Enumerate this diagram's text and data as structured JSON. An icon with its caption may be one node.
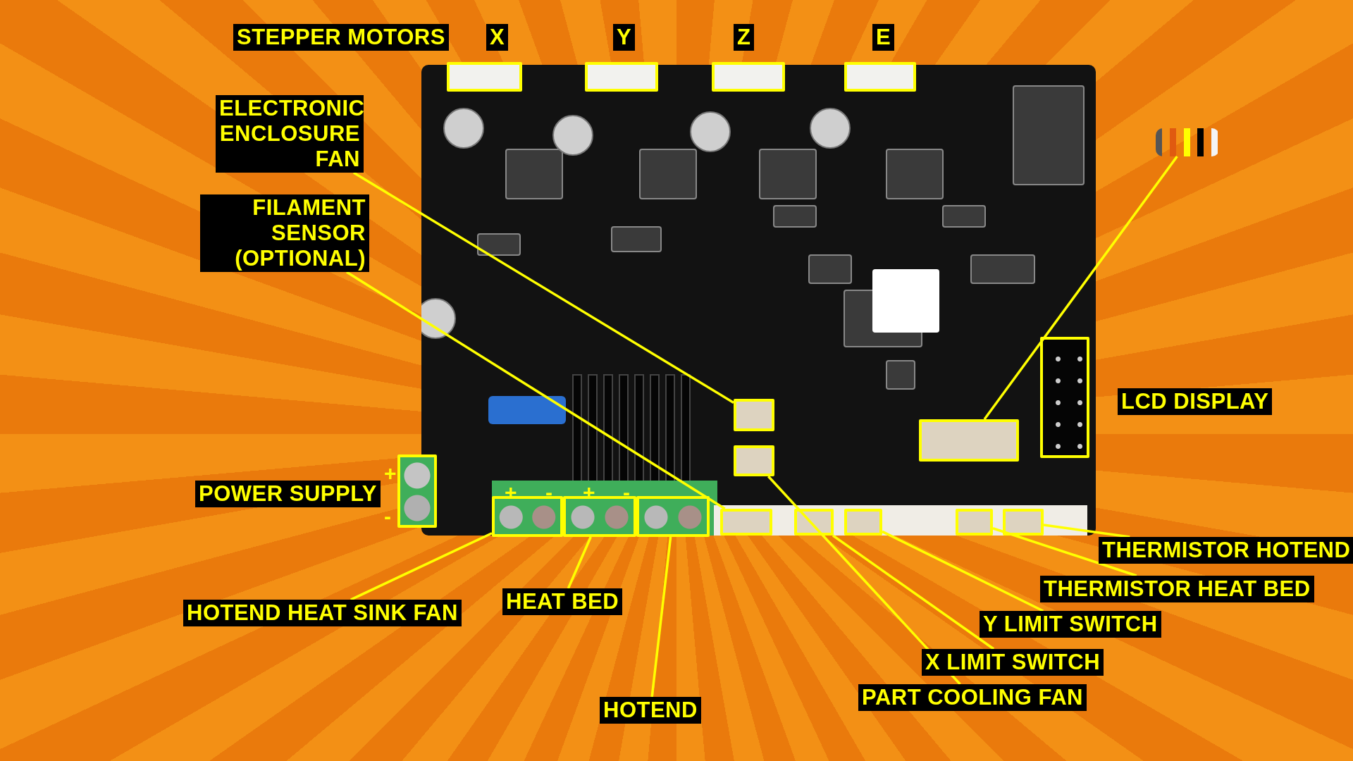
{
  "diagram": {
    "nodes": [
      {
        "text": [
          "STEPPER MOTORS"
        ]
      },
      {
        "text": [
          "X"
        ]
      },
      {
        "text": [
          "Y"
        ]
      },
      {
        "text": [
          "Z"
        ]
      },
      {
        "text": [
          "E"
        ]
      },
      {
        "text": [],
        "shape": "picture"
      },
      {
        "text": [],
        "shape": "box",
        "in": 5
      },
      {
        "text": [],
        "shape": "box",
        "in": 5
      },
      {
        "text": [],
        "shape": "box",
        "in": 5
      },
      {
        "text": [],
        "shape": "box",
        "in": 5
      },
      {
        "text": [
          "ELECTRONIC ENCLOSURE FAN"
        ]
      },
      {
        "text": [],
        "shape": "picture"
      },
      {
        "text": [
          "FILAMENT SENSOR (OPTIONAL)"
        ]
      },
      {
        "text": [
          "LCD DISPLAY"
        ]
      },
      {
        "text": [],
        "shape": "box",
        "in": 5
      },
      {
        "text": [],
        "shape": "box",
        "in": 5
      },
      {
        "text": [],
        "shape": "box",
        "in": 5
      },
      {
        "text": [],
        "shape": "box",
        "in": 5
      },
      {
        "text": [],
        "shape": "box"
      },
      {
        "text": [
          "POWER SUPPLY"
        ]
      },
      {
        "text": [],
        "shape": "box",
        "in": 5
      },
      {
        "text": [],
        "shape": "box",
        "in": 5
      },
      {
        "text": [],
        "shape": "box",
        "in": 5
      },
      {
        "text": [],
        "shape": "box",
        "in": 5
      },
      {
        "text": [],
        "shape": "box",
        "in": 5
      },
      {
        "text": [],
        "shape": "box",
        "in": 5
      },
      {
        "text": [],
        "shape": "box",
        "in": 5
      },
      {
        "text": [],
        "shape": "box",
        "in": 5
      },
      {
        "text": [
          "THERMISTOR HOTEND"
        ]
      },
      {
        "text": [
          "THERMISTOR HEAT BED"
        ]
      },
      {
        "text": [
          "HOTEND HEAT SINK FAN"
        ]
      },
      {
        "text": [
          "HEAT BED"
        ]
      },
      {
        "text": [
          "Y LIMIT SWITCH"
        ]
      },
      {
        "text": [
          "X LIMIT SWITCH"
        ]
      },
      {
        "text": [
          "PART COOLING FAN"
        ]
      },
      {
        "text": [
          "HOTEND"
        ]
      }
    ],
    "edges": [
      {
        "from": 10,
        "to": 15,
        "arrow": "none"
      },
      {
        "from": 12,
        "to": 23,
        "arrow": "none"
      },
      {
        "from": 11,
        "to": 16,
        "arrow": "none"
      },
      {
        "from": 30,
        "to": 20,
        "arrow": "none"
      },
      {
        "from": 31,
        "to": 21,
        "arrow": "none"
      },
      {
        "from": 35,
        "to": 22,
        "arrow": "none"
      },
      {
        "from": 28,
        "to": 27,
        "arrow": "none"
      },
      {
        "from": 29,
        "to": 26,
        "arrow": "none"
      },
      {
        "from": 32,
        "to": 25,
        "arrow": "none"
      },
      {
        "from": 33,
        "to": 24,
        "arrow": "none"
      },
      {
        "from": 34,
        "to": 17,
        "arrow": "none"
      }
    ],
    "labels": [
      "+",
      "+",
      "-",
      "+",
      "-",
      "-"
    ]
  }
}
